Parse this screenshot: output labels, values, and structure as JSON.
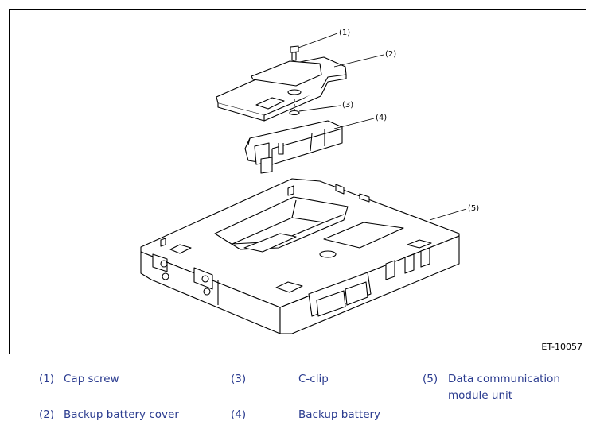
{
  "figure": {
    "reference_id": "ET-10057",
    "callouts": [
      "(1)",
      "(2)",
      "(3)",
      "(4)",
      "(5)"
    ]
  },
  "legend": [
    {
      "number": "(1)",
      "label": "Cap screw"
    },
    {
      "number": "(2)",
      "label": "Backup battery cover"
    },
    {
      "number": "(3)",
      "label": "C-clip"
    },
    {
      "number": "(4)",
      "label": "Backup battery"
    },
    {
      "number": "(5)",
      "label": "Data communication",
      "label_line2": "module unit"
    }
  ],
  "colors": {
    "legend_text": "#2a3b8f",
    "line": "#000000"
  }
}
